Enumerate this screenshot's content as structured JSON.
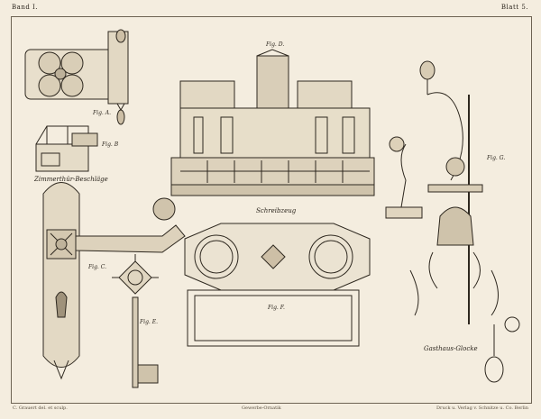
{
  "header": {
    "left": "Band I.",
    "right": "Blatt 5."
  },
  "labels": {
    "fig_a": "Fig. A.",
    "fig_b": "Fig. B",
    "fig_c": "Fig. C.",
    "fig_d": "Fig. D.",
    "fig_e": "Fig. E.",
    "fig_f": "Fig. F.",
    "fig_g": "Fig. G."
  },
  "captions": {
    "beschlaege": "Zimmerthür-Beschläge",
    "schreibzeug": "Schreibzeug",
    "glocke": "Gasthaus-Glocke"
  },
  "footer": {
    "left": "C. Grauert del. et sculp.",
    "center": "Gewerbe-Ornatik",
    "right": "Druck u. Verlag v. Schnitze u. Co. Berlin"
  }
}
